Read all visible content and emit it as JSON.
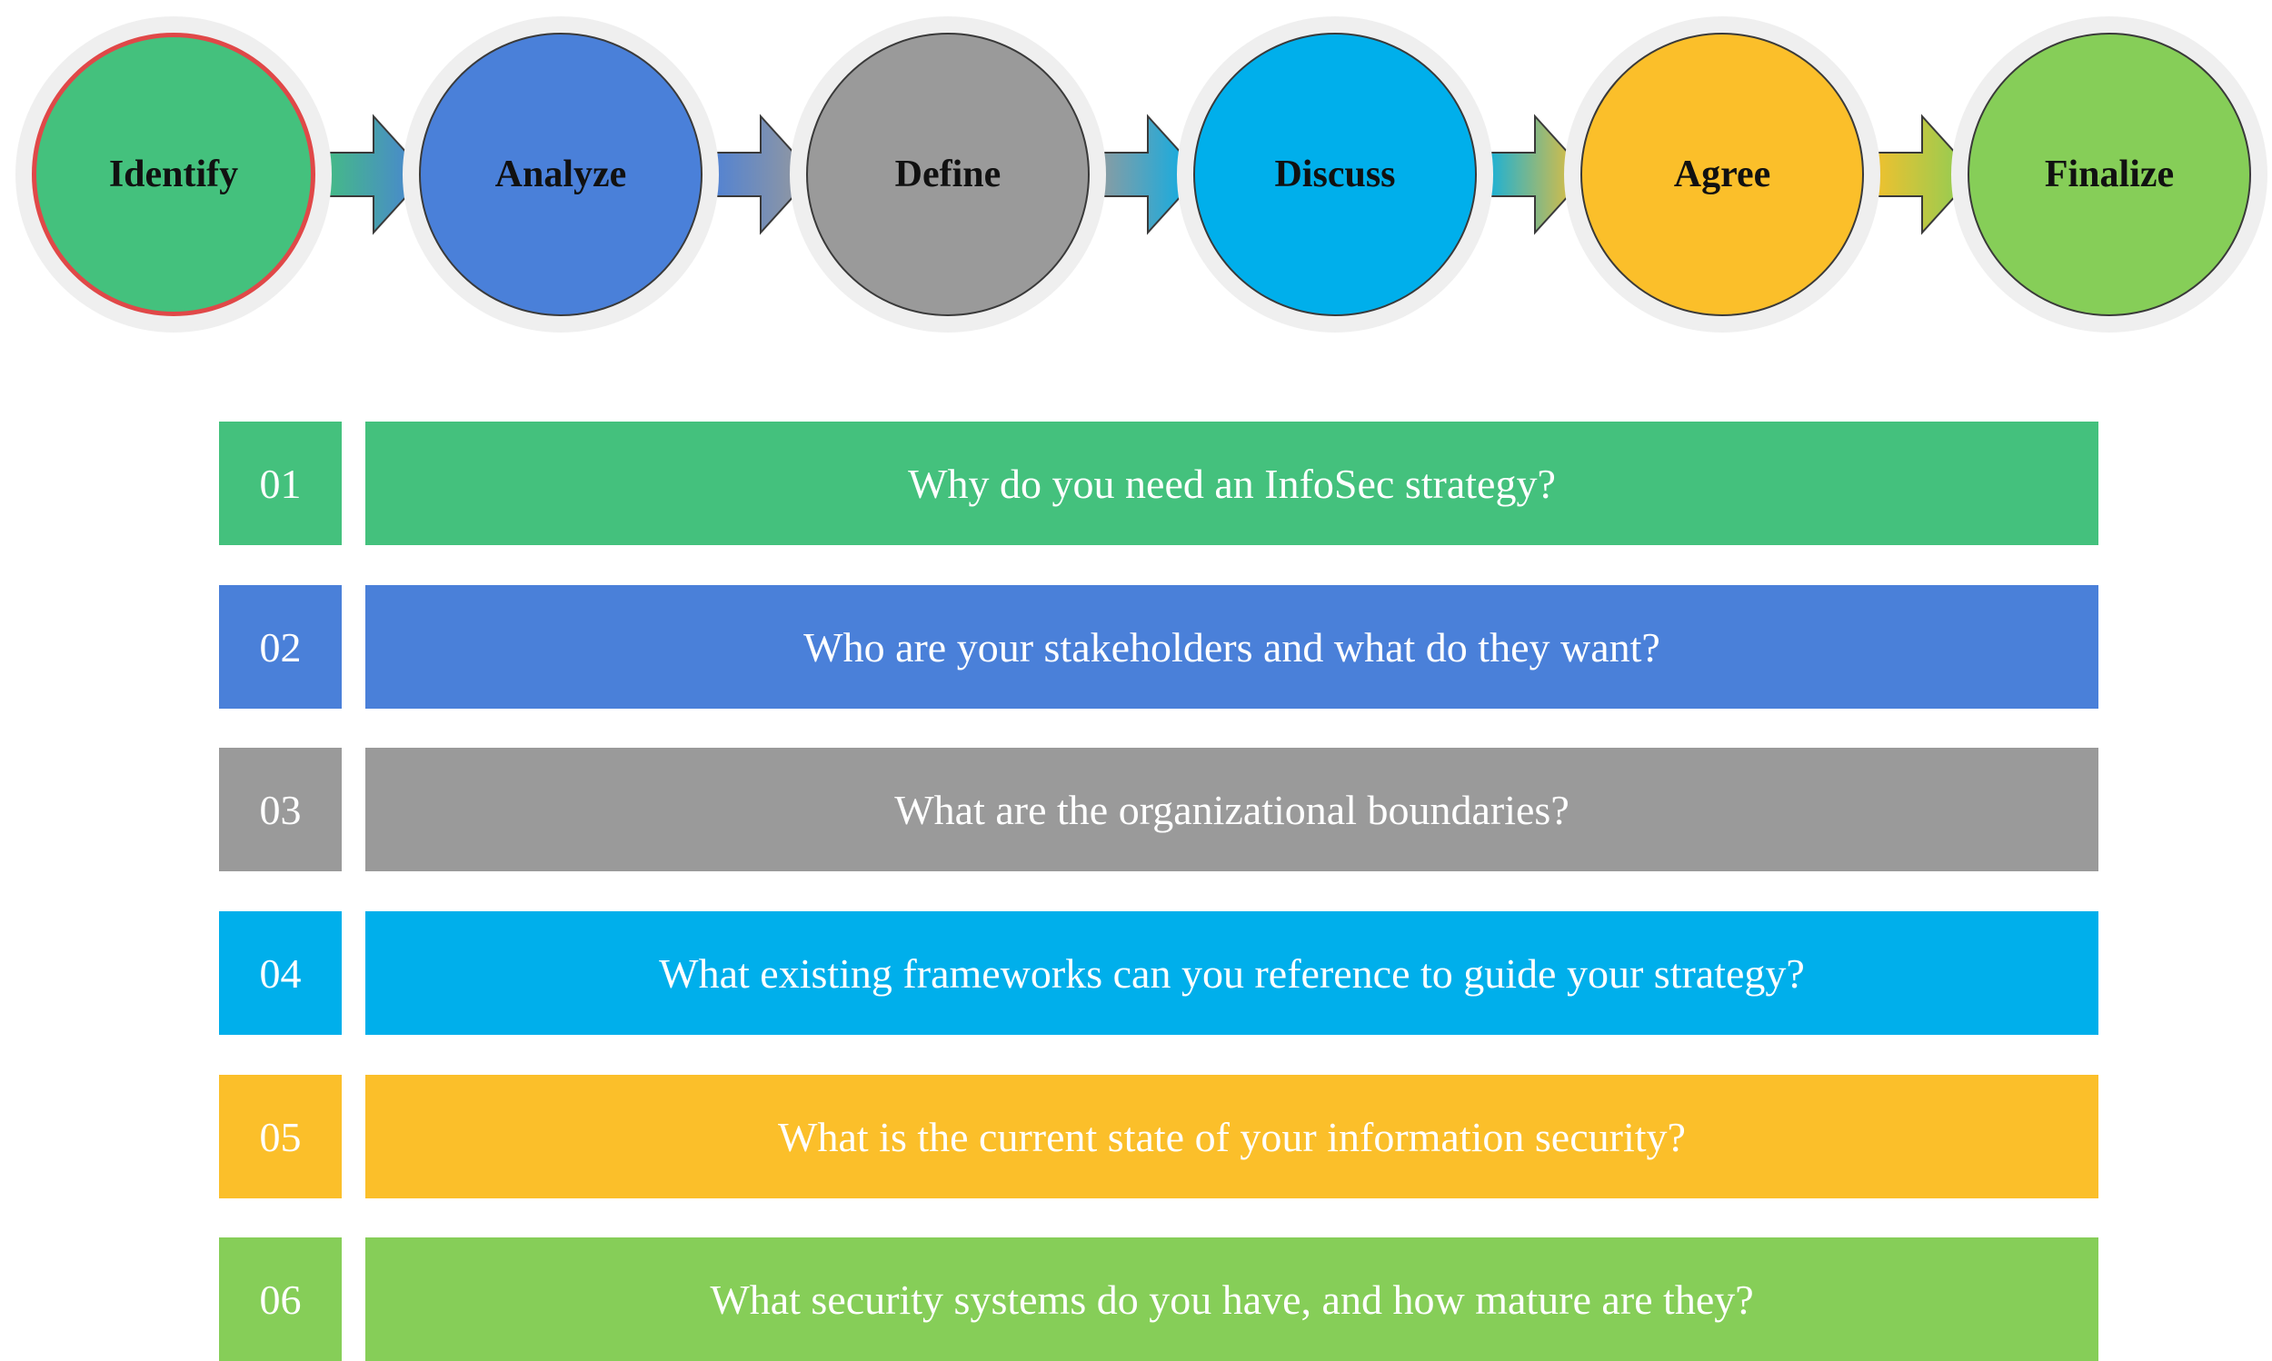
{
  "colors": {
    "green": "#44c17d",
    "blue": "#4a80d9",
    "gray": "#9a9a9a",
    "cyan": "#00afeb",
    "amber": "#fbbf2a",
    "lime": "#86ce58",
    "active_outline": "#e04848"
  },
  "steps": [
    {
      "label": "Identify",
      "color": "#44c17d",
      "active": true
    },
    {
      "label": "Analyze",
      "color": "#4a80d9",
      "active": false
    },
    {
      "label": "Define",
      "color": "#9a9a9a",
      "active": false
    },
    {
      "label": "Discuss",
      "color": "#00afeb",
      "active": false
    },
    {
      "label": "Agree",
      "color": "#fbbf2a",
      "active": false
    },
    {
      "label": "Finalize",
      "color": "#86ce58",
      "active": false
    }
  ],
  "questions": [
    {
      "number": "01",
      "text": "Why do you need an InfoSec strategy?",
      "color": "#44c17d"
    },
    {
      "number": "02",
      "text": "Who are your stakeholders and what do they want?",
      "color": "#4a80d9"
    },
    {
      "number": "03",
      "text": "What are the organizational boundaries?",
      "color": "#9a9a9a"
    },
    {
      "number": "04",
      "text": "What existing frameworks can you reference to guide your strategy?",
      "color": "#00afeb"
    },
    {
      "number": "05",
      "text": "What is the current state of your information security?",
      "color": "#fbbf2a"
    },
    {
      "number": "06",
      "text": "What security systems do you have, and how mature are they?",
      "color": "#86ce58"
    }
  ]
}
